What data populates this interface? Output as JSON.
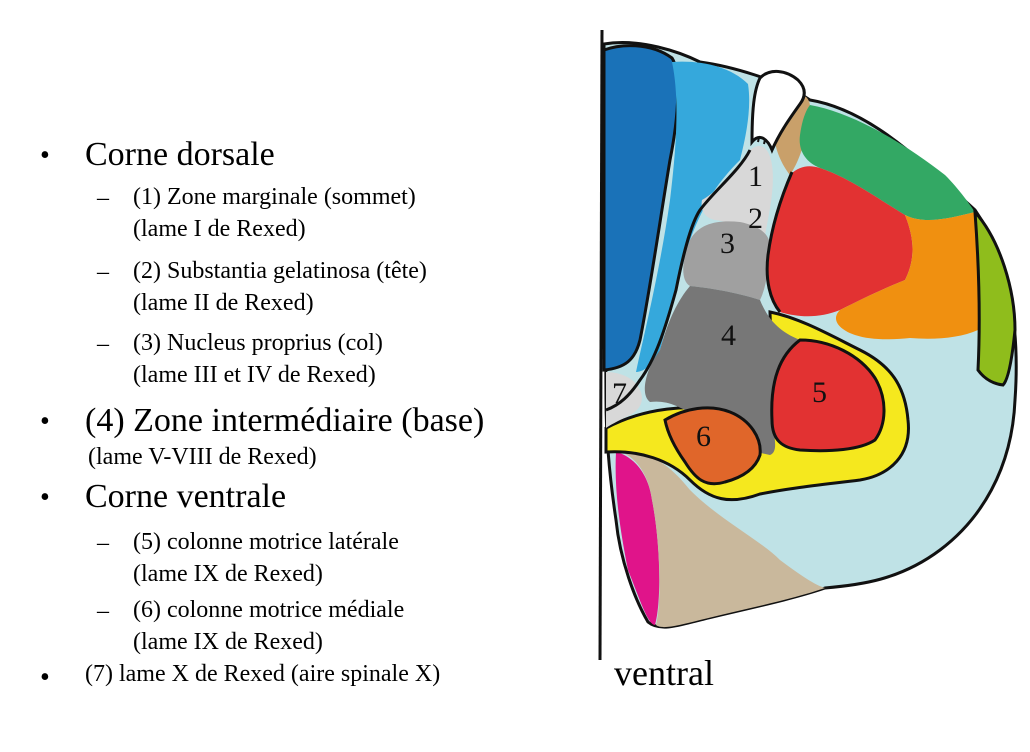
{
  "legend": {
    "dorsal_horn": "Corne dorsale",
    "item1_a": "(1) Zone marginale (sommet)",
    "item1_b": "(lame I de Rexed)",
    "item2_a": "(2) Substantia gelatinosa (tête)",
    "item2_b": "(lame II de Rexed)",
    "item3_a": "(3) Nucleus proprius  (col)",
    "item3_b": "(lame III et IV de Rexed)",
    "intermediate_a": "(4) Zone intermédiaire (base)",
    "intermediate_b": "(lame V-VIII de Rexed)",
    "ventral_horn": "Corne ventrale",
    "item5_a": "(5) colonne motrice latérale",
    "item5_b": "(lame IX de Rexed)",
    "item6_a": "(6) colonne motrice médiale",
    "item6_b": "(lame IX de Rexed)",
    "item7": "(7) lame X de Rexed (aire spinale X)"
  },
  "diagram": {
    "labels": {
      "n1": "1",
      "n2": "2",
      "n3": "3",
      "n4": "4",
      "n5": "5",
      "n6": "6",
      "n7": "7"
    },
    "caption": "ventral",
    "colors": {
      "dark_blue": "#1a72b8",
      "light_blue": "#35a8dc",
      "tan": "#c9a06a",
      "green": "#33a864",
      "lime": "#8fbd1c",
      "red": "#e23232",
      "orange": "#f09010",
      "yellow": "#f5e81e",
      "pale_cyan": "#bfe2e6",
      "light_gray": "#d8d8d8",
      "mid_gray": "#a0a0a0",
      "dark_gray": "#777777",
      "dark_orange": "#e0662a",
      "beige": "#c9b89c",
      "magenta": "#e0148a"
    }
  }
}
